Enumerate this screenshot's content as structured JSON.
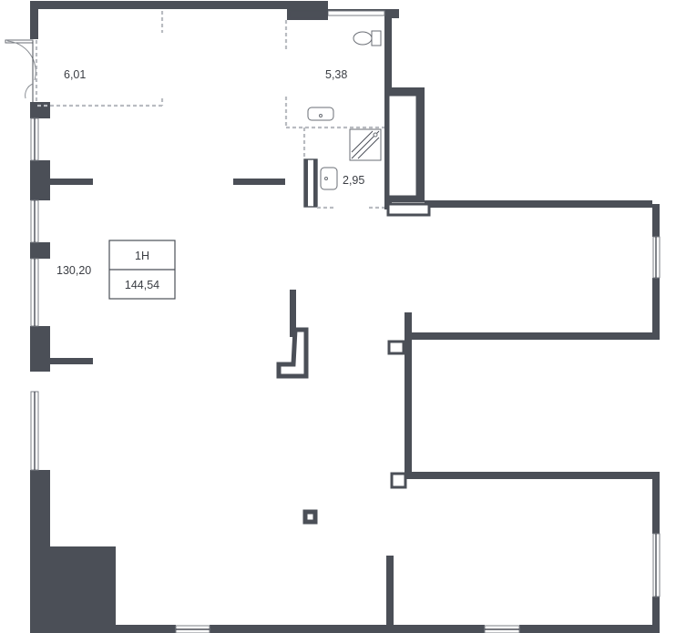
{
  "unit": {
    "name": "1Н",
    "total_area": "144,54"
  },
  "rooms": [
    {
      "id": "hall",
      "area": "6,01"
    },
    {
      "id": "bathroom",
      "area": "5,38"
    },
    {
      "id": "shower-room",
      "area": "2,95"
    },
    {
      "id": "main-room",
      "area": "130,20"
    }
  ],
  "colors": {
    "wall": "#4b4f57",
    "background": "#ffffff",
    "dashed": "#b9bcc1"
  }
}
